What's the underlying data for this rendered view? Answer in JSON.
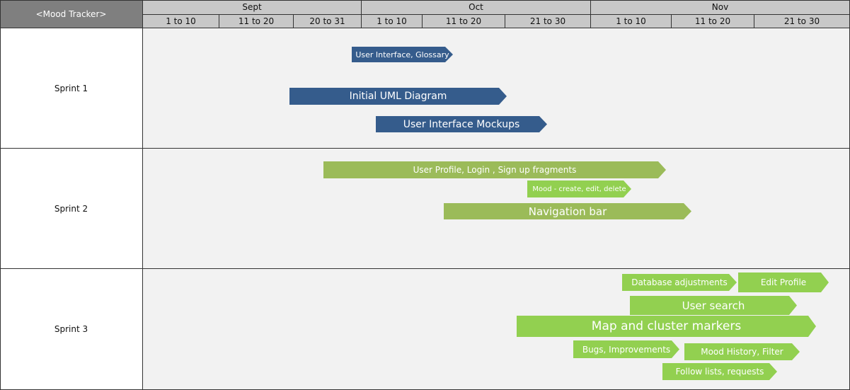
{
  "header": {
    "title": "<Mood Tracker>",
    "months": [
      {
        "label": "Sept",
        "periods": [
          "1 to 10",
          "11 to 20",
          "20 to 31"
        ]
      },
      {
        "label": "Oct",
        "periods": [
          "1 to 10",
          "11 to 20",
          "21 to 30"
        ]
      },
      {
        "label": "Nov",
        "periods": [
          "1 to 10",
          "11 to 20",
          "21 to 30"
        ]
      }
    ]
  },
  "sprints": [
    "Sprint 1",
    "Sprint 2",
    "Sprint 3"
  ],
  "colors": {
    "sprint1": "#355c8c",
    "sprint2": "#9bbb59",
    "sprint3": "#92d050"
  },
  "tasks": [
    {
      "label": "User Interface, Glossary",
      "sprint": 1
    },
    {
      "label": "Initial UML Diagram",
      "sprint": 1
    },
    {
      "label": "User Interface Mockups",
      "sprint": 1
    },
    {
      "label": "User Profile,  Login , Sign up fragments",
      "sprint": 2
    },
    {
      "label": "Mood - create, edit, delete",
      "sprint": 2
    },
    {
      "label": "Navigation bar",
      "sprint": 2
    },
    {
      "label": "Database  adjustments",
      "sprint": 3
    },
    {
      "label": "Edit Profile",
      "sprint": 3
    },
    {
      "label": "User search",
      "sprint": 3
    },
    {
      "label": "Map  and cluster markers",
      "sprint": 3
    },
    {
      "label": "Bugs, Improvements",
      "sprint": 3
    },
    {
      "label": "Mood History, Filter",
      "sprint": 3
    },
    {
      "label": "Follow lists, requests",
      "sprint": 3
    }
  ]
}
